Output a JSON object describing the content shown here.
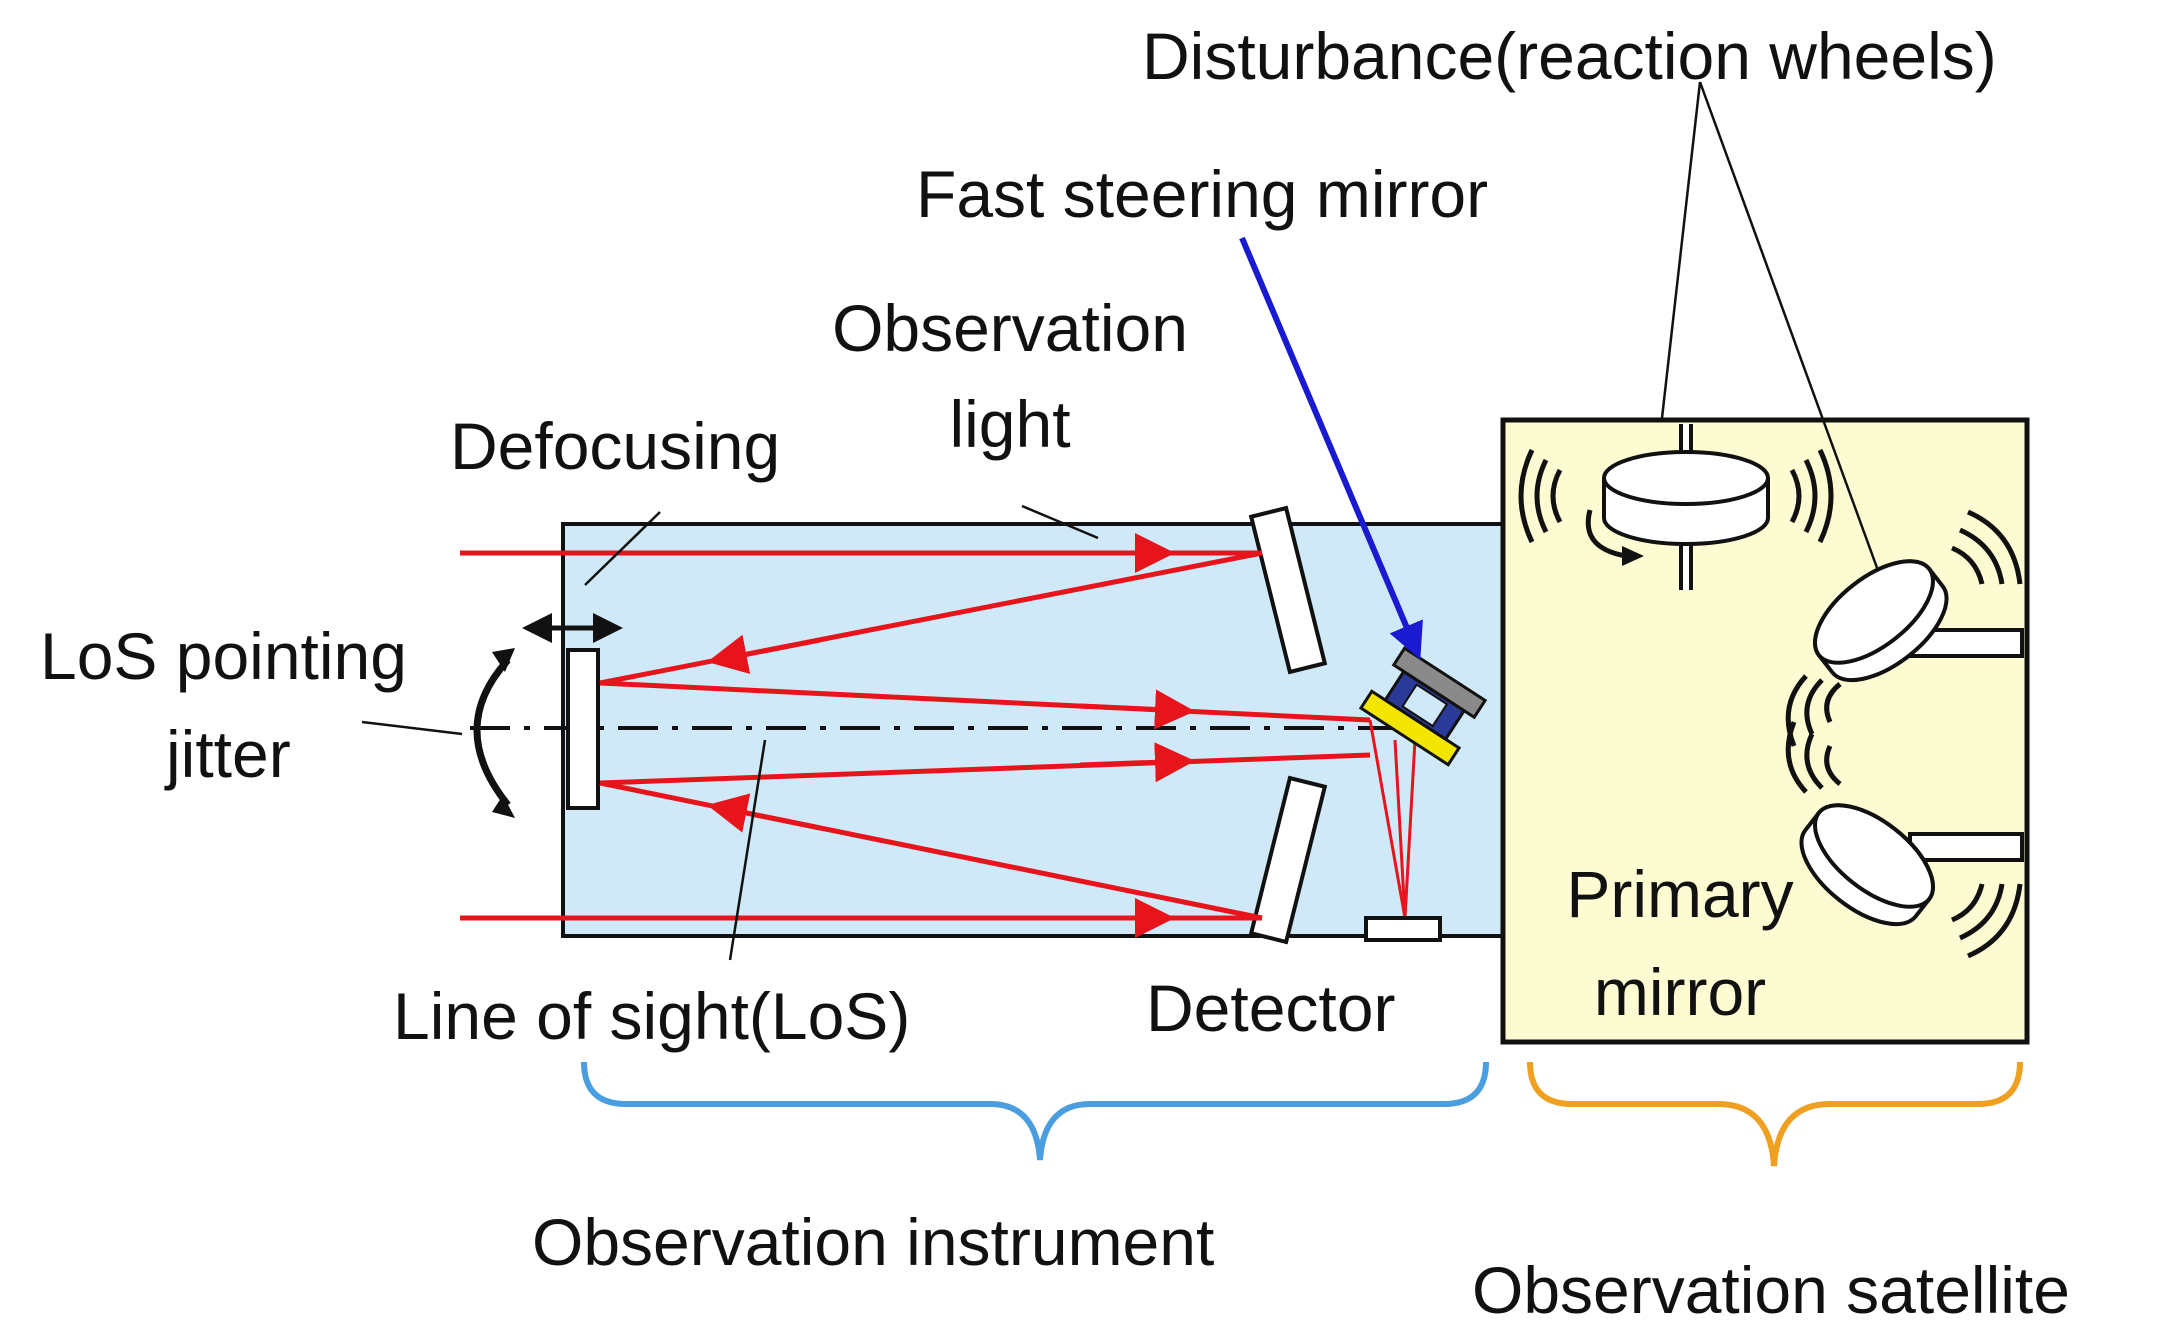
{
  "labels": {
    "disturbance": "Disturbance(reaction wheels)",
    "fast_steering_mirror": "Fast steering mirror",
    "observation_light_line1": "Observation",
    "observation_light_line2": "light",
    "defocusing": "Defocusing",
    "los_pointing_line1": "LoS pointing",
    "los_pointing_line2": "jitter",
    "line_of_sight": "Line of sight(LoS)",
    "detector": "Detector",
    "primary_mirror_line1": "Primary",
    "primary_mirror_line2": "mirror",
    "observation_instrument": "Observation instrument",
    "observation_satellite": "Observation satellite"
  },
  "colors": {
    "instrument_fill": "#cfe9f8",
    "satellite_fill": "#fdfbd2",
    "light_ray": "#e8141c",
    "fsm_arrow": "#1a1ad0",
    "instrument_brace": "#4a9ee0",
    "satellite_brace": "#f0a020",
    "fsm_mirror": "#f2e600",
    "outline": "#111111"
  },
  "icons": [
    "reaction-wheel-icon",
    "vibration-icon",
    "rotation-arrow-icon",
    "mirror-icon"
  ]
}
